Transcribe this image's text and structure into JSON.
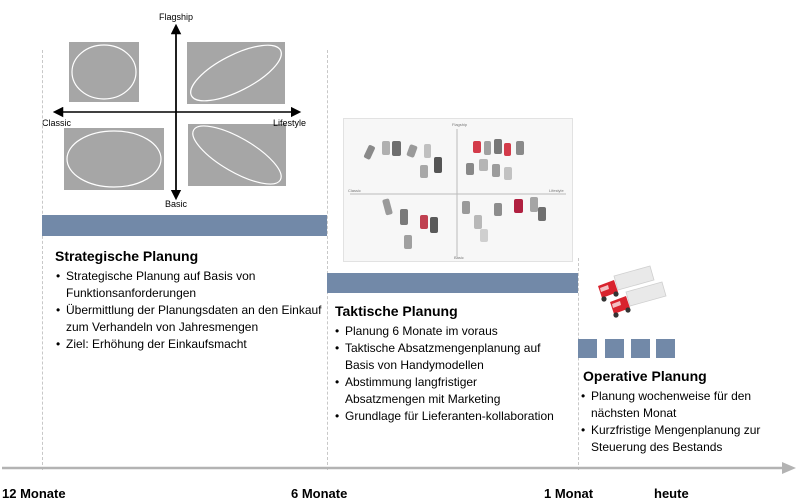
{
  "positioning": {
    "top_label": "Flagship",
    "bottom_label": "Basic",
    "left_label": "Classic",
    "right_label": "Lifestyle"
  },
  "product_map": {
    "top_label": "Flagship",
    "bottom_label": "Basic",
    "left_label": "Classic",
    "right_label": "Lifestyle"
  },
  "phases": [
    {
      "title": "Strategische Planung",
      "bullets": [
        "Strategische Planung auf Basis von Funktionsanforderungen",
        "Übermittlung der Planungsdaten an den Einkauf zum Verhandeln von Jahresmengen",
        "Ziel: Erhöhung der Einkaufsmacht"
      ]
    },
    {
      "title": "Taktische Planung",
      "bullets": [
        "Planung 6 Monate im voraus",
        "Taktische Absatzmengenplanung auf Basis von Handymodellen",
        "Abstimmung langfristiger Absatzmengen mit Marketing",
        "Grundlage für Lieferanten-kollaboration"
      ]
    },
    {
      "title": "Operative Planung",
      "bullets": [
        "Planung wochenweise für den nächsten Monat",
        "Kurzfristige Mengenplanung zur Steuerung des Bestands"
      ]
    }
  ],
  "timeline": {
    "ticks": [
      "12 Monate",
      "6 Monate",
      "1 Monat",
      "heute"
    ]
  },
  "colors": {
    "bar": "#7289a8",
    "quadrant_fill": "#a6a6a6",
    "truck_cab": "#d9232e"
  }
}
